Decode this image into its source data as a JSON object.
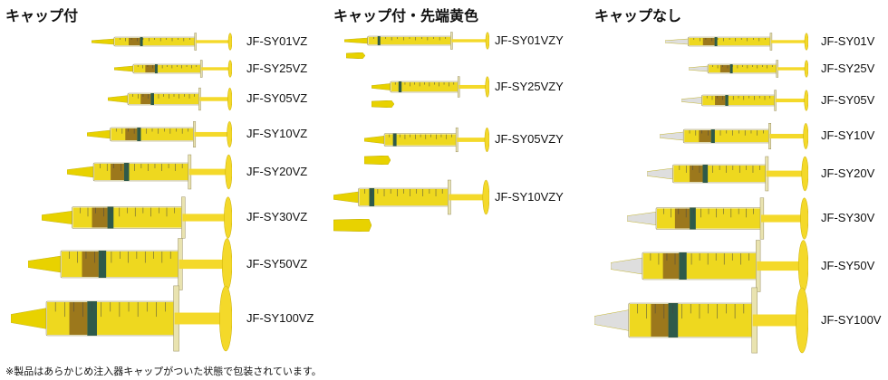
{
  "headings": {
    "col1": "キャップ付",
    "col2": "キャップ付・先端黄色",
    "col3": "キャップなし"
  },
  "models": {
    "col1": [
      "JF-SY01VZ",
      "JF-SY25VZ",
      "JF-SY05VZ",
      "JF-SY10VZ",
      "JF-SY20VZ",
      "JF-SY30VZ",
      "JF-SY50VZ",
      "JF-SY100VZ"
    ],
    "col2": [
      "JF-SY01VZY",
      "JF-SY25VZY",
      "JF-SY05VZY",
      "JF-SY10VZY"
    ],
    "col3": [
      "JF-SY01V",
      "JF-SY25V",
      "JF-SY05V",
      "JF-SY10V",
      "JF-SY20V",
      "JF-SY30V",
      "JF-SY50V",
      "JF-SY100V"
    ]
  },
  "footnote": "※製品はあらかじめ注入器キャップがついた状態で包装されています。",
  "colors": {
    "fluid": "#ecd400",
    "plunger": "#f4d92a",
    "yellow_tip": "#e8d200",
    "clear_tip": "#dedede",
    "stopper": "#2e5a4a",
    "dark_fluid": "#5a2a1a"
  }
}
